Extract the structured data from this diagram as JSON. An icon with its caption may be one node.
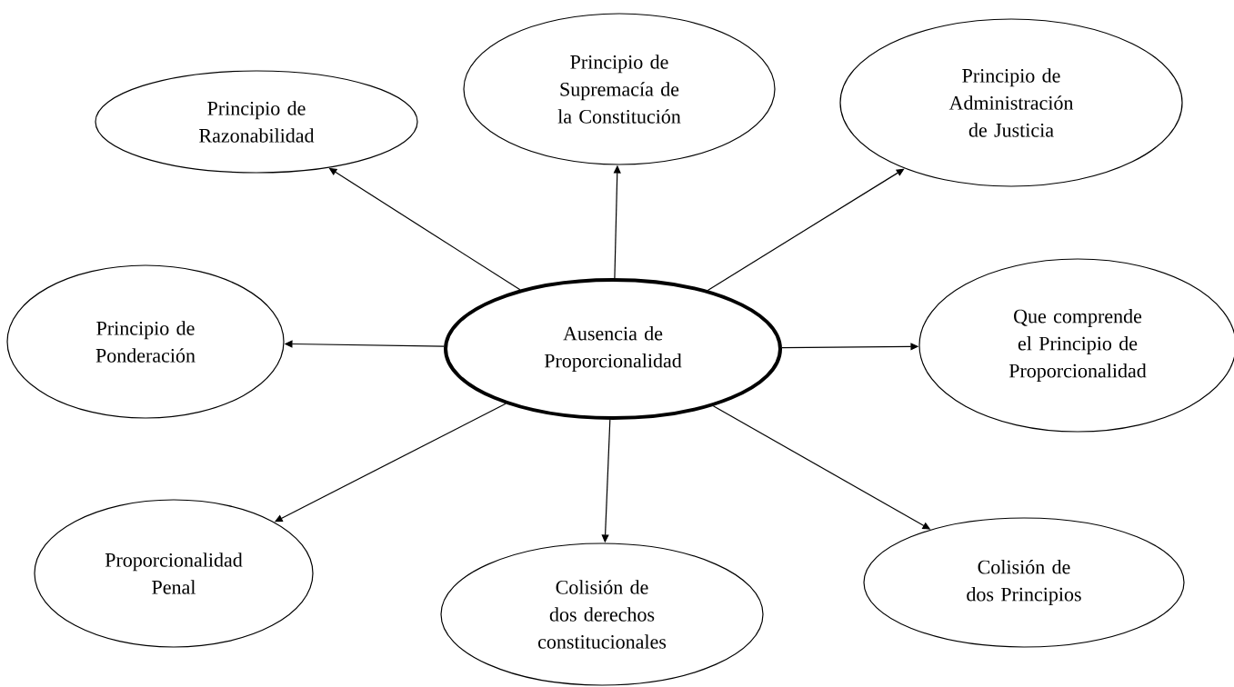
{
  "diagram": {
    "nodes": [
      {
        "text": [
          "Principio de Razonabilidad"
        ]
      },
      {
        "text": [
          "Principio de Supremacía de la Constitución"
        ]
      },
      {
        "text": [
          "Principio de Administración de Justicia"
        ]
      },
      {
        "text": [
          "Principio de Ponderación"
        ]
      },
      {
        "text": [
          "Ausencia de Proporcionalidad"
        ]
      },
      {
        "text": [
          "Que comprende el Principio de Proporcionalidad"
        ]
      },
      {
        "text": [
          "Proporcionalidad Penal"
        ]
      },
      {
        "text": [
          "Colisión de dos derechos constitucionales"
        ]
      },
      {
        "text": [
          "Colisión de dos Principios"
        ]
      }
    ],
    "edges": [
      {
        "from": 4,
        "to": 0,
        "arrow": "to"
      },
      {
        "from": 4,
        "to": 1,
        "arrow": "to"
      },
      {
        "from": 4,
        "to": 2,
        "arrow": "to"
      },
      {
        "from": 4,
        "to": 3,
        "arrow": "to"
      },
      {
        "from": 4,
        "to": 5,
        "arrow": "to"
      },
      {
        "from": 4,
        "to": 6,
        "arrow": "to"
      },
      {
        "from": 4,
        "to": 7,
        "arrow": "to"
      },
      {
        "from": 4,
        "to": 8,
        "arrow": "to"
      }
    ]
  }
}
